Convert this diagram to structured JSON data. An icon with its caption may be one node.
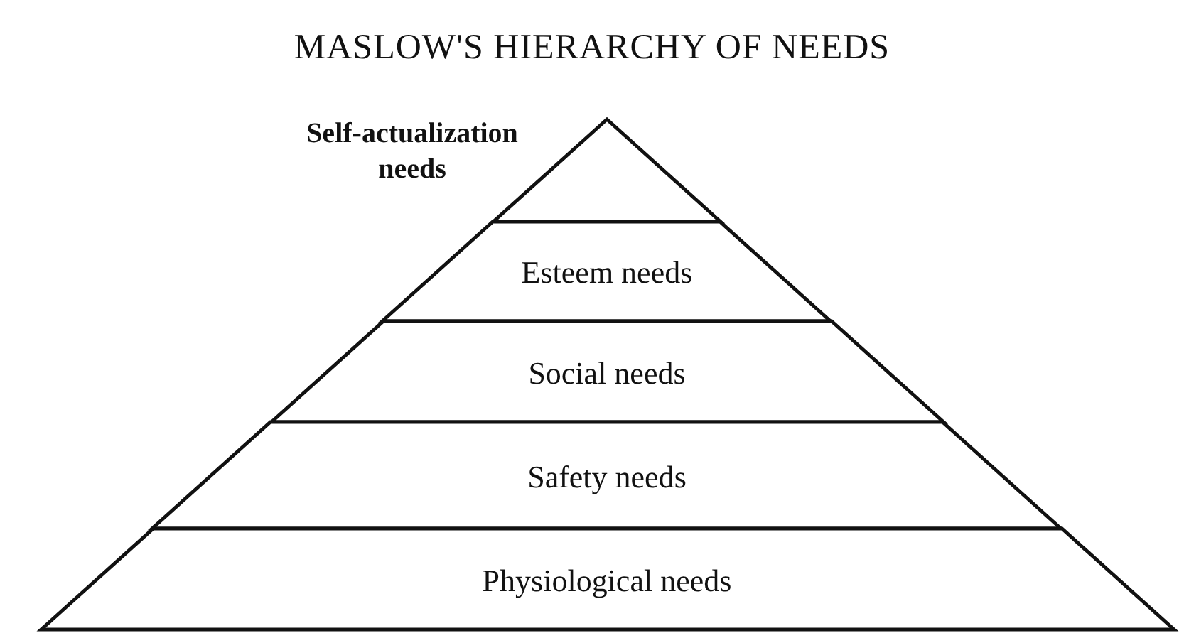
{
  "diagram": {
    "title": "MASLOW'S HIERARCHY OF NEEDS",
    "nodes": [
      {
        "text": [
          "Self-actualization needs"
        ]
      },
      {
        "text": [
          "Esteem needs"
        ]
      },
      {
        "text": [
          "Social needs"
        ]
      },
      {
        "text": [
          "Safety needs"
        ]
      },
      {
        "text": [
          "Physiological needs"
        ]
      }
    ]
  }
}
